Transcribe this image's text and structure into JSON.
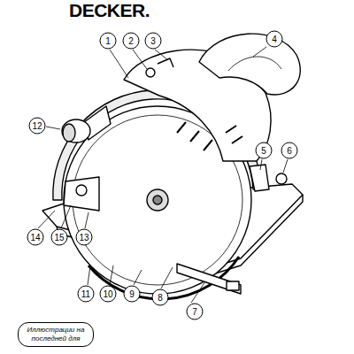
{
  "diagram": {
    "nodes": [
      {
        "text": [
          "Иллюстрации на последней для"
        ]
      }
    ],
    "labels": [
      "DECKER.",
      "1",
      "2",
      "3",
      "4",
      "5",
      "6",
      "7",
      "8",
      "9",
      "10",
      "11",
      "12",
      "13",
      "14",
      "15"
    ]
  }
}
